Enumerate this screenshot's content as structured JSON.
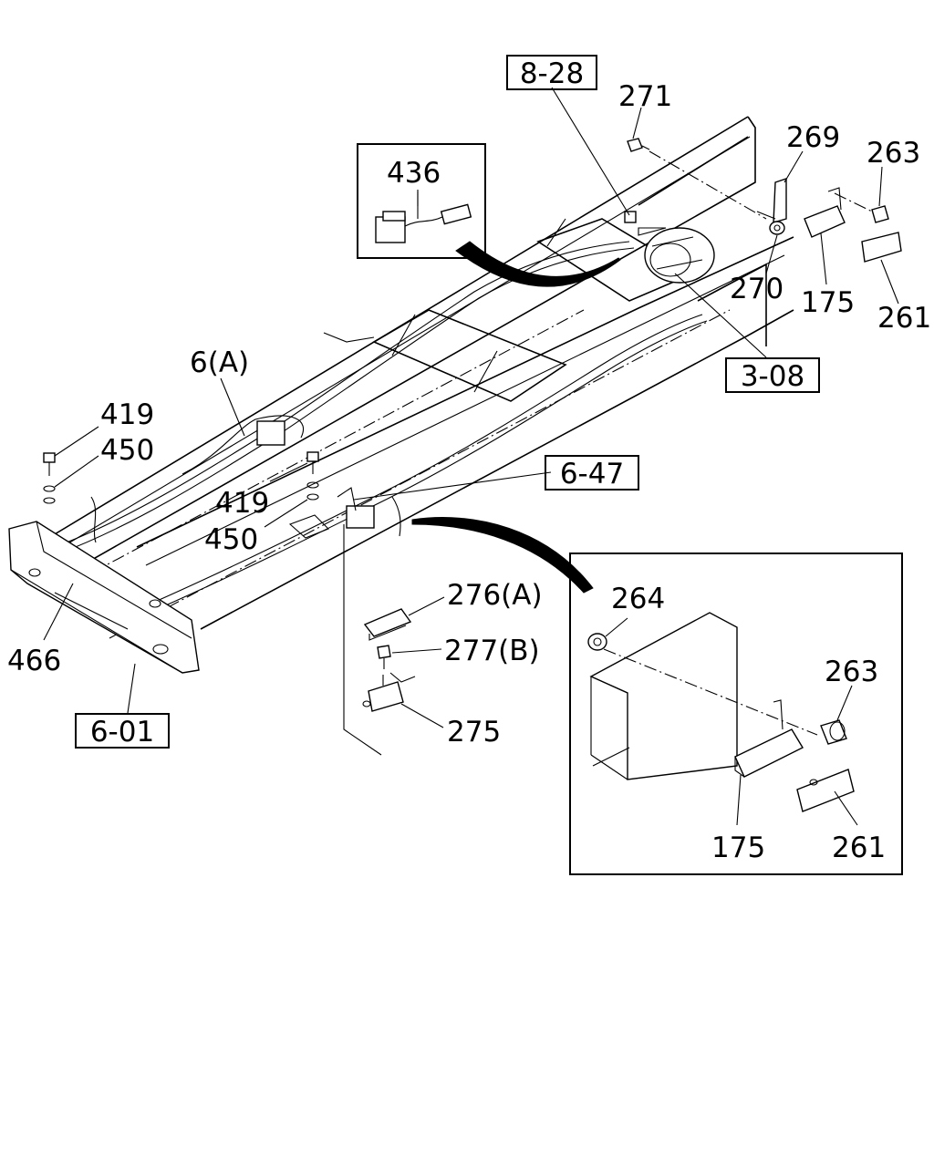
{
  "references": {
    "r828": "8-28",
    "r308": "3-08",
    "r647": "6-47",
    "r601": "6-01"
  },
  "callouts": {
    "c271": "271",
    "c269": "269",
    "c263a": "263",
    "c436": "436",
    "c270": "270",
    "c175a": "175",
    "c261a": "261",
    "c6a": "6(A)",
    "c419a": "419",
    "c450a": "450",
    "c419b": "419",
    "c450b": "450",
    "c276a": "276(A)",
    "c277b": "277(B)",
    "c275": "275",
    "c466": "466",
    "c264": "264",
    "c263b": "263",
    "c175b": "175",
    "c261b": "261"
  }
}
